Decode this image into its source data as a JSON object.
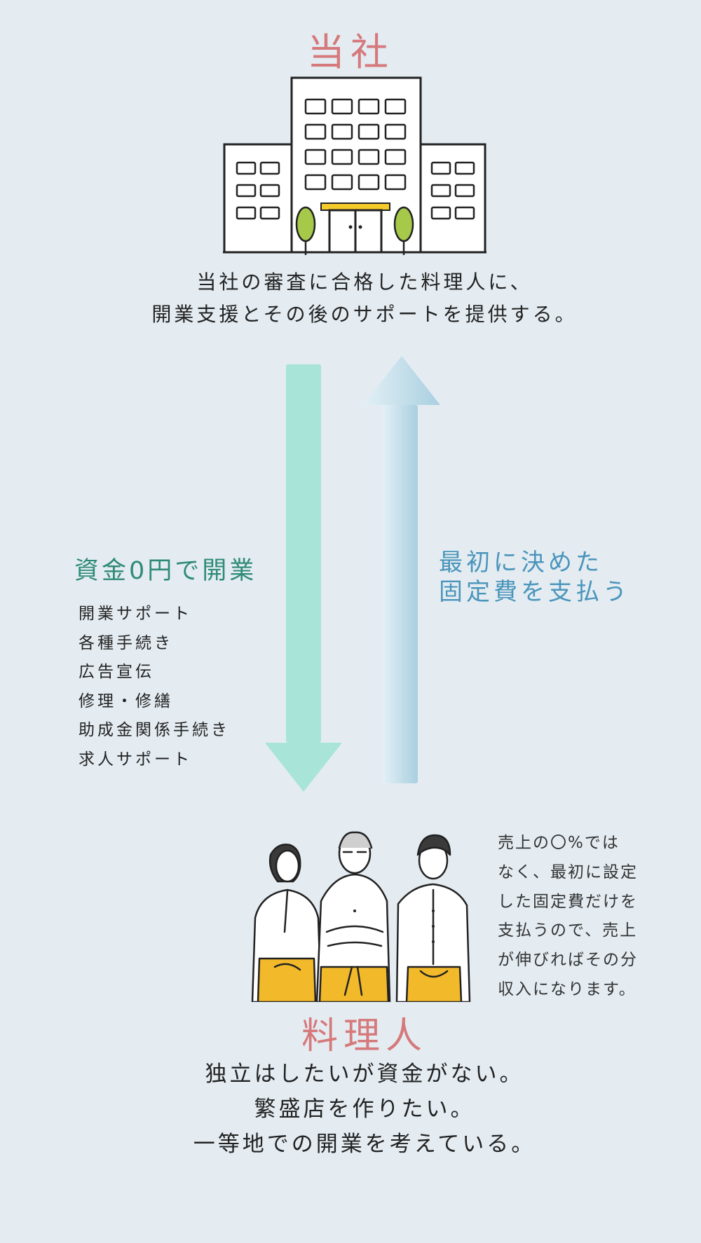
{
  "company": {
    "title": "当社",
    "description": [
      "当社の審査に合格した料理人に、",
      "開業支援とその後のサポートを提供する。"
    ]
  },
  "left_flow": {
    "title": "資金0円で開業",
    "items": [
      "開業サポート",
      "各種手続き",
      "広告宣伝",
      "修理・修繕",
      "助成金関係手続き",
      "求人サポート"
    ]
  },
  "right_flow": {
    "title": [
      "最初に決めた",
      "固定費を支払う"
    ]
  },
  "chef": {
    "title": "料理人",
    "note": [
      "売上の〇%では",
      "なく、最初に設定",
      "した固定費だけを",
      "支払うので、売上",
      "が伸びればその分",
      "収入になります。"
    ],
    "description": [
      "独立はしたいが資金がない。",
      "繁盛店を作りたい。",
      "一等地での開業を考えている。"
    ]
  },
  "colors": {
    "background": "#e4ecf2",
    "accent_pink": "#d5797b",
    "green_text": "#2f8b76",
    "blue_text": "#4b95bb",
    "down_arrow": "#a8e4d8",
    "apron_yellow": "#f2b92a",
    "tree_green": "#a6c94a"
  },
  "icons": [
    "building-icon",
    "chefs-illustration"
  ]
}
